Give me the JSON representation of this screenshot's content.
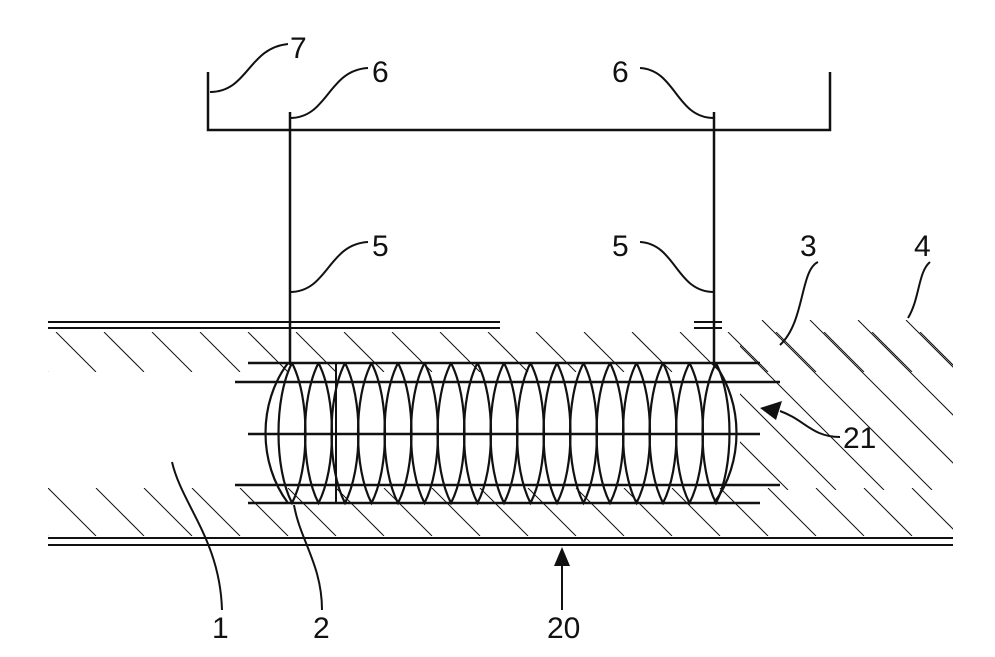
{
  "labels": {
    "frame": "7",
    "wire_top_left": "6",
    "wire_top_right": "6",
    "wire_mid_left": "5",
    "wire_mid_right": "5",
    "wall_upper": "3",
    "tissue": "4",
    "lumen": "1",
    "stent_end": "2",
    "vessel": "20",
    "coil": "21"
  },
  "colors": {
    "ink": "#111111",
    "background": "#ffffff"
  }
}
